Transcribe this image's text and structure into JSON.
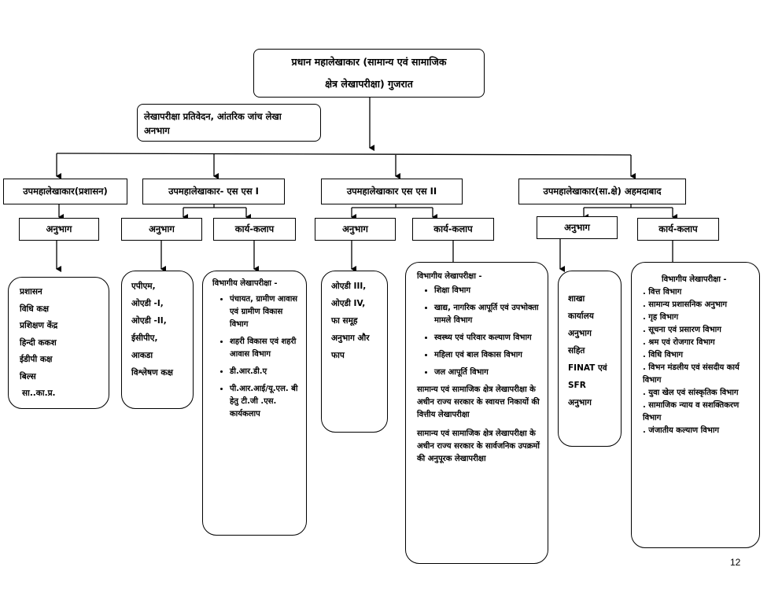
{
  "diagram": {
    "head": {
      "line1": "प्रधान महालेखाकार (सामान्य एवं सामाजिक",
      "line2": "क्षेत्र लेखापरीक्षा) गुजरात"
    },
    "report_section": {
      "line1": "लेखापरीक्षा प्रतिवेदन, आंतरिक जांच लेखा",
      "line2": "अनभाग"
    },
    "deputies": [
      {
        "title": "उपमहालेखाकार(प्रशासन)"
      },
      {
        "title": "उपमहालेखाकार- एस एस I"
      },
      {
        "title": "उपमहालेखाकार एस एस II"
      },
      {
        "title": "उपमहालेखाकार(सा.क्षे) अहमदाबाद"
      }
    ],
    "labels": {
      "section": "अनुभाग",
      "function": "कार्य-कलाप"
    },
    "admin_sections": [
      "प्रशासन",
      "विधि कक्ष",
      "प्रशिक्षण केंद्र",
      "हिन्दी ककश",
      "ईडीपी कक्ष",
      "बिल्स",
      "सा..का.प्र."
    ],
    "ss1_sections": [
      "एपीएम,",
      "ओएडी -I,",
      "ओएडी -II,",
      "ईसीपीए,",
      "आकडा",
      "विश्लेषण कक्ष"
    ],
    "ss1_functions": {
      "heading": "विभागीय लेखापरीक्षा -",
      "bullets": [
        "पंचायत, ग्रामीण आवास एवं ग्रामीण विकास विभाग",
        "शहरी विकास एवं शहरी आवास विभाग",
        "डी.आर.डी.ए",
        "पी.आर.आई/यू.एल. बी हेतु टी.जी .एस. कार्यकलाप"
      ]
    },
    "ss2_sections": [
      "ओएडी III,",
      "ओएडी IV,",
      "फा समूह",
      "अनुभाग और फाप"
    ],
    "ss2_functions": {
      "heading": "विभागीय लेखापरीक्षा -",
      "bullets": [
        "शिक्षा विभाग",
        "खाद्य, नागरिक आपूर्ति एवं उपभोक्ता मामले विभाग",
        "स्वस्थ्य एवं परिवार कल्याण विभाग",
        "महिला एवं बाल विकास विभाग",
        "जल आपूर्ति विभाग"
      ],
      "para1": "सामान्य एवं सामाजिक क्षेत्र लेखापरीक्षा के अधीन राज्य सरकार के स्वायत्त निकायों की वित्तीय लेखापरीक्षा",
      "para2": "सामान्य एवं सामाजिक क्षेत्र लेखापरीक्षा के अधीन राज्य सरकार के सार्वजनिक उपक्रमों की अनुपूरक लेखापरीक्षा"
    },
    "ahd_sections": [
      "शाखा",
      "कार्यालय",
      "अनुभाग",
      "सहित",
      "FINAT एवं",
      "SFR",
      "अनुभाग"
    ],
    "ahd_functions": {
      "heading": "विभागीय लेखापरीक्षा -",
      "items": [
        ". वित्त विभाग",
        ". सामान्य प्रशासनिक अनुभाग",
        ". गृह विभाग",
        ". सूचना एवं प्रसारण विभाग",
        ". श्रम एवं रोजगार विभाग",
        ". विधि विभाग",
        ". विभन मंडलीय एवं संसदीय कार्य विभाग",
        ". युवा खेल एवं सांस्कृतिक विभाग",
        ". सामाजिक न्याय व सशक्तिकरण विभाग",
        ". जंजातीय कल्याण विभाग"
      ]
    }
  },
  "page_number": "12"
}
